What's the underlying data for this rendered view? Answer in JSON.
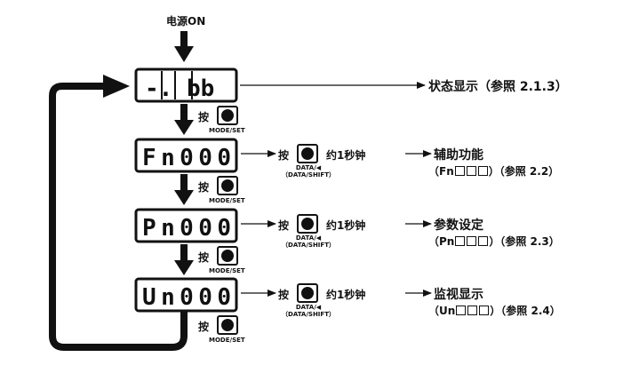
{
  "power_on": "电源ON",
  "displays": [
    {
      "id": "status",
      "text": "-.  bb"
    },
    {
      "id": "fn",
      "text": "Fn000"
    },
    {
      "id": "pn",
      "text": "Pn000"
    },
    {
      "id": "un",
      "text": "Un000"
    }
  ],
  "mode_press": "按",
  "mode_key_label": "MODE/SET",
  "data_press": "按",
  "data_key_label_line1": "DATA/◀",
  "data_key_label_line2": "（DATA/SHIFT）",
  "hold_time": "约1秒钟",
  "descriptions": {
    "status": {
      "title": "状态显示（参照 2.1.3）"
    },
    "fn": {
      "title": "辅助功能",
      "code_prefix": "（Fn",
      "ref": "）（参照 2.2）"
    },
    "pn": {
      "title": "参数设定",
      "code_prefix": "（Pn",
      "ref": "）（参照 2.3）"
    },
    "un": {
      "title": "监视显示",
      "code_prefix": "（Un",
      "ref": "）（参照 2.4）"
    }
  }
}
